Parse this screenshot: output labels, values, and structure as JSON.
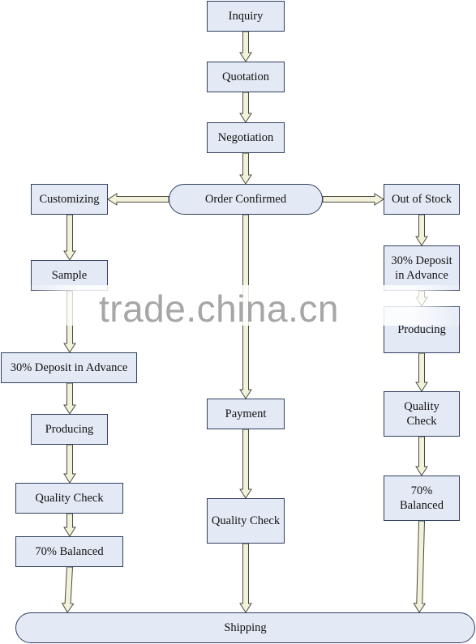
{
  "nodes": {
    "inquiry": "Inquiry",
    "quotation": "Quotation",
    "negotiation": "Negotiation",
    "order_confirmed": "Order Confirmed",
    "customizing": "Customizing",
    "out_of_stock": "Out of Stock",
    "sample": "Sample",
    "left_deposit": "30% Deposit in Advance",
    "left_producing": "Producing",
    "left_quality_check": "Quality Check",
    "left_balanced": "70% Balanced",
    "payment": "Payment",
    "mid_quality_check": "Quality Check",
    "right_deposit": "30% Deposit in Advance",
    "right_producing": "Producing",
    "right_quality_check": "Quality Check",
    "right_balanced": "70% Balanced",
    "shipping": "Shipping"
  },
  "watermark": "trade.china.cn",
  "colors": {
    "box_fill": "#e4eaf5",
    "box_border": "#2f3f5f",
    "arrow_fill": "#f2f2dc",
    "arrow_border": "#4a4a3a"
  }
}
